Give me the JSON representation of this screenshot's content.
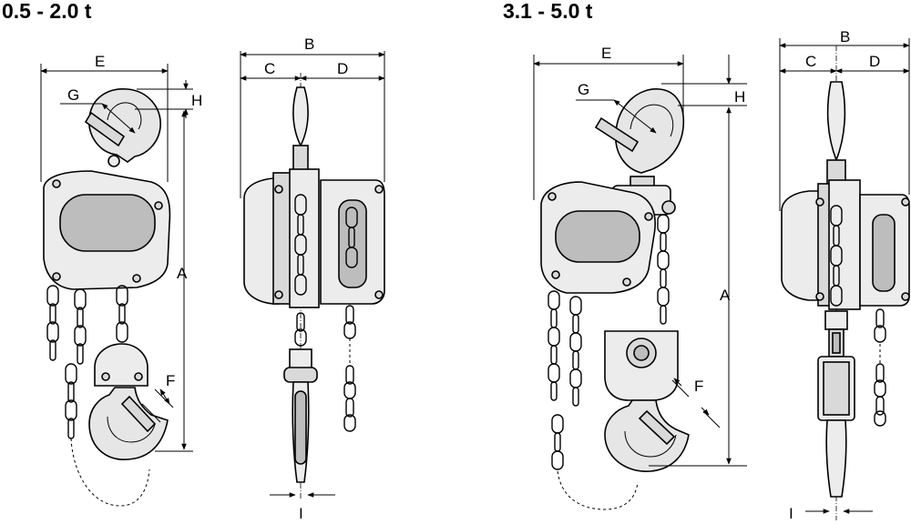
{
  "headings": {
    "small": "0.5 - 2.0 t",
    "large": "3.1 - 5.0 t"
  },
  "dimensions": {
    "a": "A",
    "b": "B",
    "c": "C",
    "d": "D",
    "e": "E",
    "f": "F",
    "g": "G",
    "h": "H",
    "i": "I"
  },
  "colors": {
    "line": "#000000",
    "fill_light": "#ececec",
    "fill_dark": "#bdbdbd",
    "background": "#ffffff"
  }
}
